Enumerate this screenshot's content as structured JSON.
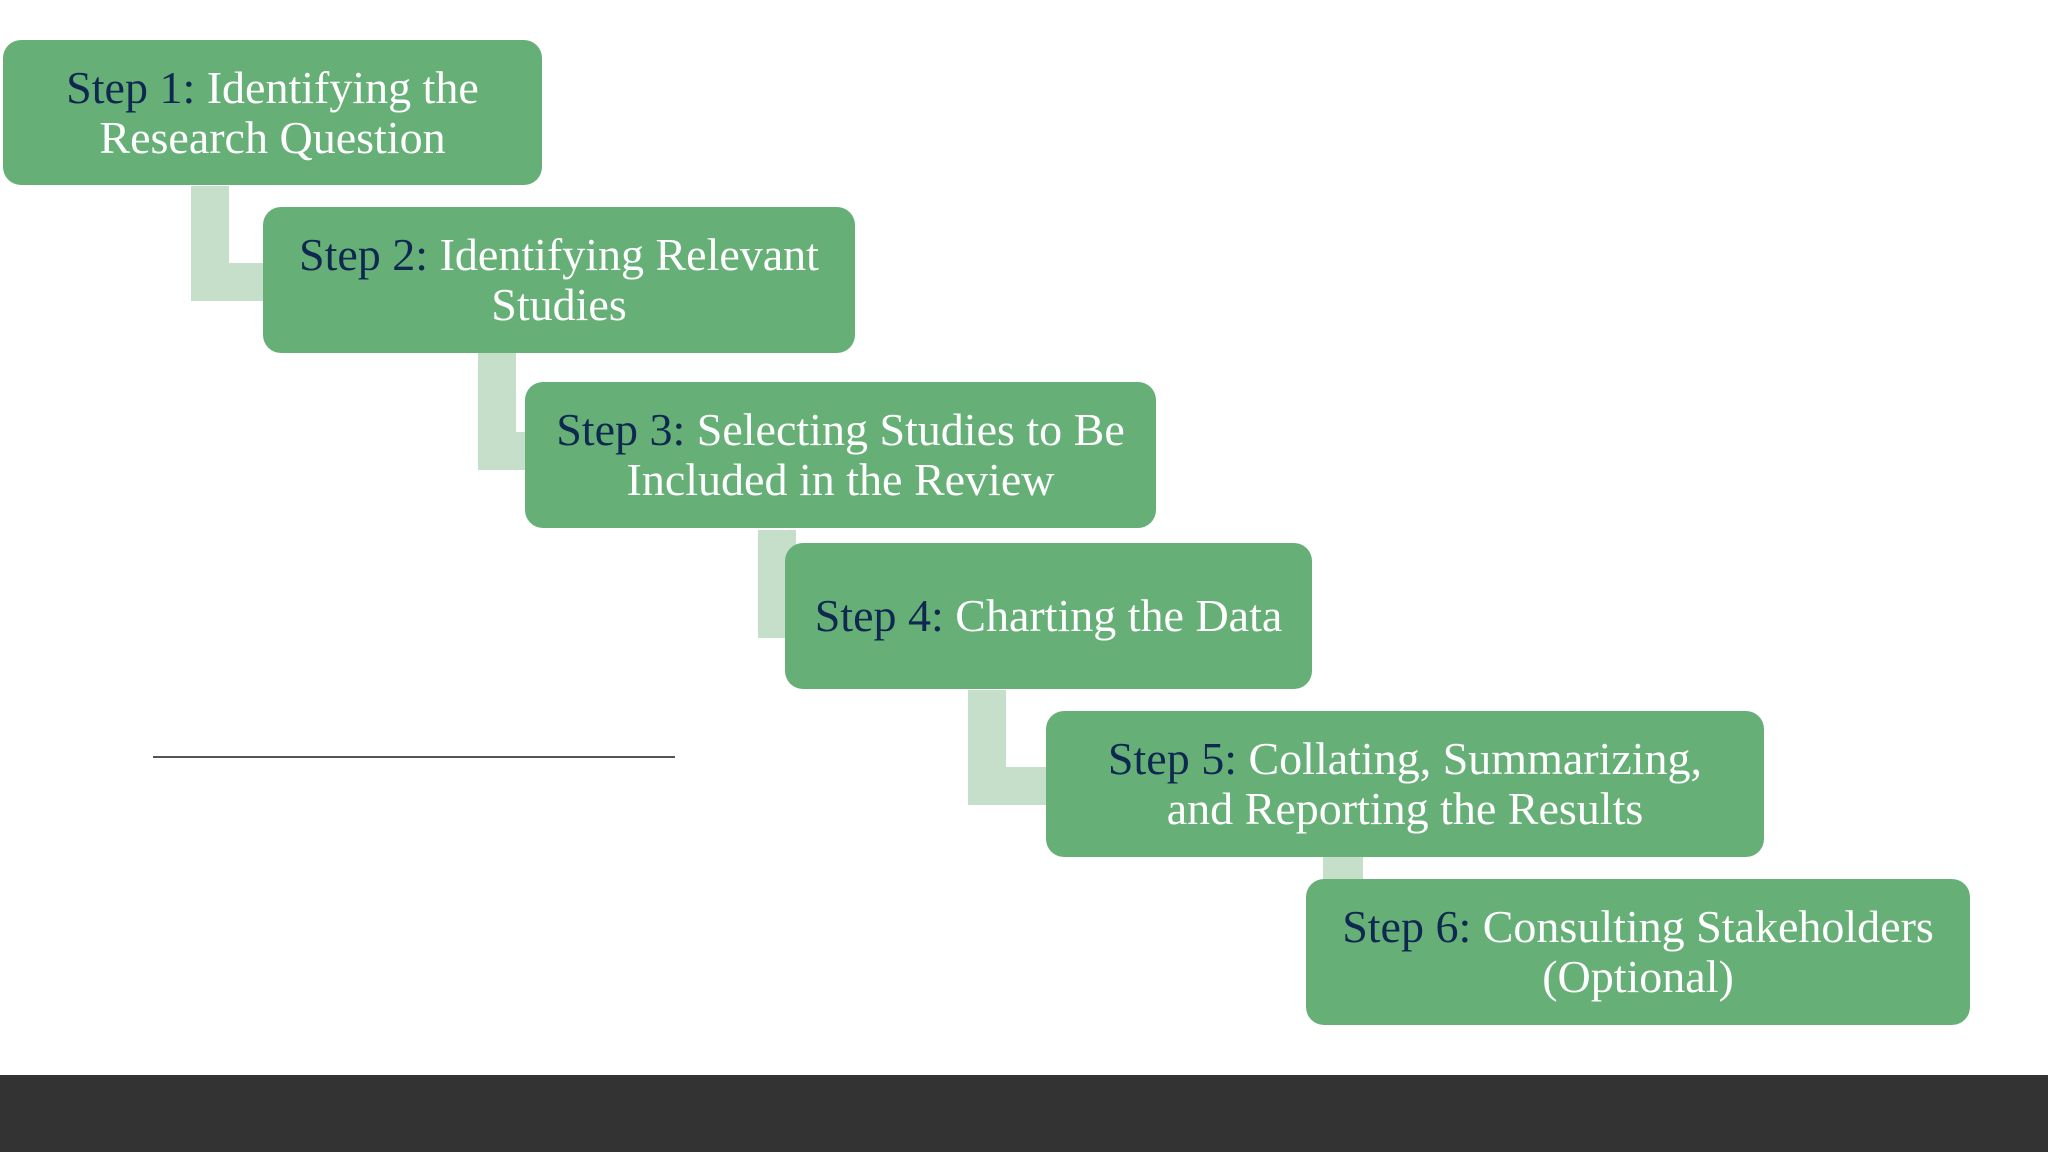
{
  "diagram": {
    "steps": [
      {
        "number": "Step 1:",
        "text": " Identifying the Research Question"
      },
      {
        "number": "Step 2:",
        "text": " Identifying Relevant Studies"
      },
      {
        "number": "Step 3:",
        "text": " Selecting Studies to Be Included in the Review"
      },
      {
        "number": "Step 4:",
        "text": " Charting the Data"
      },
      {
        "number": "Step 5:",
        "text": " Collating, Summarizing, and Reporting the Results"
      },
      {
        "number": "Step 6:",
        "text": " Consulting Stakeholders (Optional)"
      }
    ]
  },
  "colors": {
    "box_fill": "#66b077",
    "connector_fill": "#c6dfcb",
    "step_number_text": "#0f2850",
    "step_body_text": "#ffffff",
    "footer_band": "#333333"
  }
}
